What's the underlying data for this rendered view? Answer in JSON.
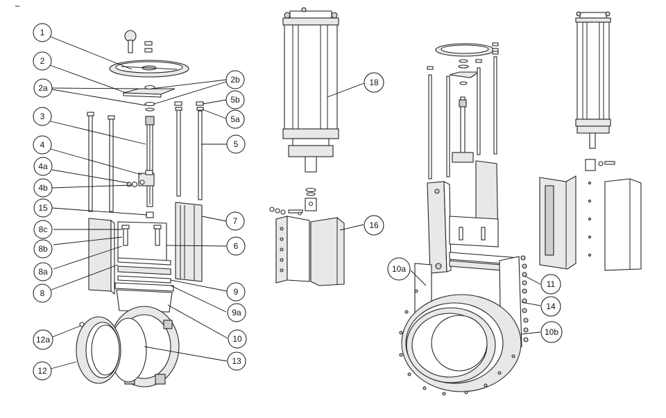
{
  "diagram": {
    "callouts": [
      {
        "id": "c1",
        "label": "1"
      },
      {
        "id": "c2",
        "label": "2"
      },
      {
        "id": "c2a",
        "label": "2a"
      },
      {
        "id": "c3",
        "label": "3"
      },
      {
        "id": "c4",
        "label": "4"
      },
      {
        "id": "c4a",
        "label": "4a"
      },
      {
        "id": "c4b",
        "label": "4b"
      },
      {
        "id": "c15",
        "label": "15"
      },
      {
        "id": "c8c",
        "label": "8c"
      },
      {
        "id": "c8b",
        "label": "8b"
      },
      {
        "id": "c8a",
        "label": "8a"
      },
      {
        "id": "c8",
        "label": "8"
      },
      {
        "id": "c12a",
        "label": "12a"
      },
      {
        "id": "c12",
        "label": "12"
      },
      {
        "id": "c2b",
        "label": "2b"
      },
      {
        "id": "c5b",
        "label": "5b"
      },
      {
        "id": "c5a",
        "label": "5a"
      },
      {
        "id": "c5",
        "label": "5"
      },
      {
        "id": "c7",
        "label": "7"
      },
      {
        "id": "c6",
        "label": "6"
      },
      {
        "id": "c9",
        "label": "9"
      },
      {
        "id": "c9a",
        "label": "9a"
      },
      {
        "id": "c10",
        "label": "10"
      },
      {
        "id": "c13",
        "label": "13"
      },
      {
        "id": "c18",
        "label": "18"
      },
      {
        "id": "c16",
        "label": "16"
      },
      {
        "id": "c10a",
        "label": "10a"
      },
      {
        "id": "c11",
        "label": "11"
      },
      {
        "id": "c14",
        "label": "14"
      },
      {
        "id": "c10b",
        "label": "10b"
      }
    ]
  }
}
